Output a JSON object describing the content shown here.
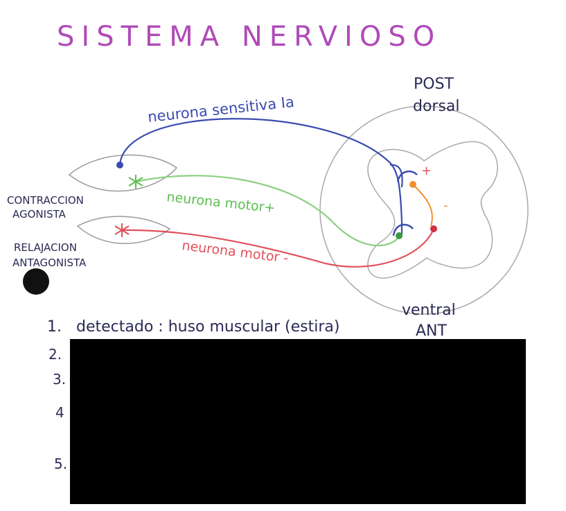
{
  "title": "SISTEMA NERVIOSO",
  "labels": {
    "post": "POST",
    "dorsal": "dorsal",
    "ventral": "ventral",
    "ant": "ANT",
    "sensory": "neurona sensitiva Ia",
    "motor_plus": "neurona motor+",
    "motor_minus": "neurona motor -",
    "contraction_1": "CONTRACCION",
    "contraction_2": "AGONISTA",
    "relax_1": "RELAJACION",
    "relax_2": "ANTAGONISTA",
    "plus_sign": "+",
    "minus_sign": "-"
  },
  "list": {
    "n1": "1.",
    "item1": "detectado : huso muscular (estira)",
    "n2": "2.",
    "n3": "3.",
    "n4": "4",
    "n5": "5."
  },
  "colors": {
    "title": "#b04ab8",
    "sensory": "#3a4bb0",
    "motor_plus": "#5cbf4f",
    "motor_minus": "#e0505a",
    "interneuron": "#f09030",
    "outline": "#9a9a9a",
    "ink": "#2a2a55"
  }
}
